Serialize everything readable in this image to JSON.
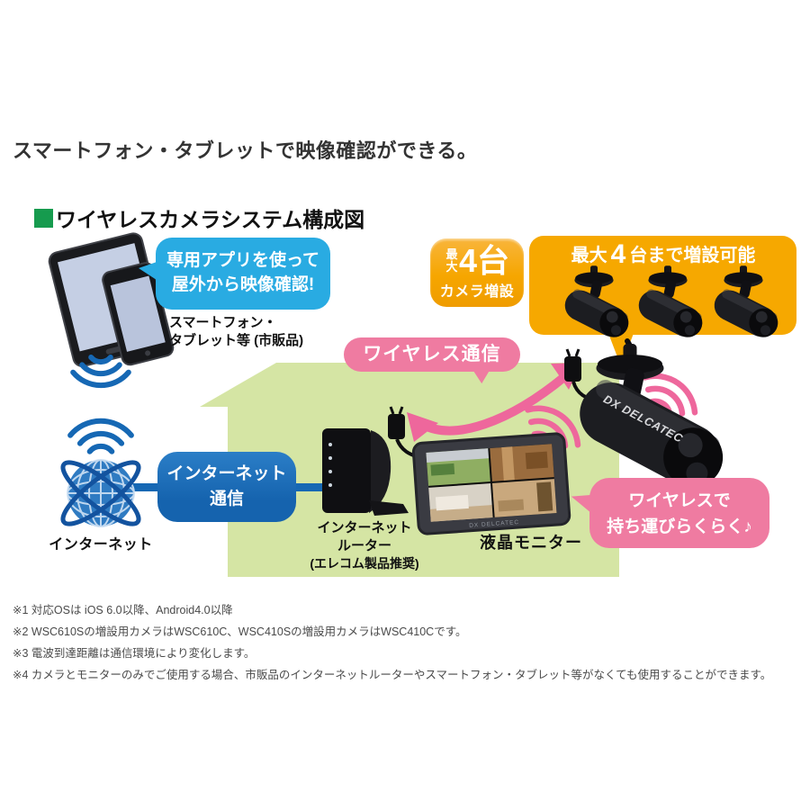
{
  "header": {
    "headline": "スマートフォン・タブレットで映像確認ができる。",
    "section_title": "ワイヤレスカメラシステム構成図"
  },
  "diagram": {
    "app_bubble": {
      "line1": "専用アプリを使って",
      "line2": "屋外から映像確認!"
    },
    "device_label": {
      "line1": "スマートフォン・",
      "line2": "タブレット等 (市販品)"
    },
    "camera_badge": {
      "prefix": "最大",
      "count": "4台",
      "caption": "カメラ増設"
    },
    "expansion_banner": {
      "prefix": "最大",
      "number": "4",
      "suffix": "台まで増設可能"
    },
    "wireless_pill": "ワイヤレス通信",
    "internet_label": "インターネット",
    "internet_comm": {
      "line1": "インターネット",
      "line2": "通信"
    },
    "router_label": {
      "line1": "インターネット",
      "line2": "ルーター",
      "line3": "(エレコム製品推奨)"
    },
    "monitor_label": "液晶モニター",
    "camera_brand": "DX DELCATEC",
    "monitor_brand": "DX DELCATEC",
    "portable_bubble": {
      "line1": "ワイヤレスで",
      "line2": "持ち運びらくらく♪"
    }
  },
  "footnotes": [
    "※1 対応OSは iOS 6.0以降、Android4.0以降",
    "※2 WSC610Sの増設用カメラはWSC610C、WSC410Sの増設用カメラはWSC410Cです。",
    "※3 電波到達距離は通信環境により変化します。",
    "※4 カメラとモニターのみでご使用する場合、市販品のインターネットルーターやスマートフォン・タブレット等がなくても使用することができます。"
  ],
  "colors": {
    "accent_blue": "#29abe2",
    "deep_blue": "#1563ae",
    "house_green": "#d5e5a4",
    "orange": "#f6a800",
    "pink": "#ef7ba1",
    "title_green": "#169b4e",
    "text_dark": "#333333",
    "footnote_gray": "#4a4a4a"
  }
}
